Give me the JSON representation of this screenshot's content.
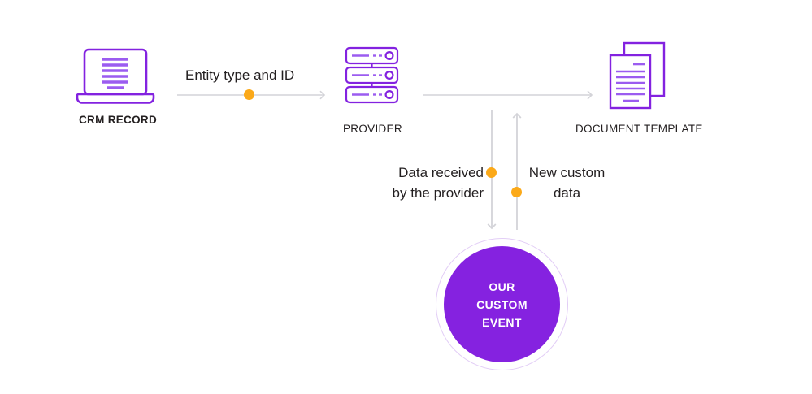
{
  "diagram": {
    "background": "#ffffff",
    "colors": {
      "icon_purple": "#8322E0",
      "icon_purple_light": "#9B5CF0",
      "accent_orange": "#FBA919",
      "arrow_gray": "#d3d3d8",
      "event_fill": "#8522E0",
      "event_ring": "#e2cdf6",
      "text": "#231f20"
    },
    "nodes": [
      {
        "id": "crm-record",
        "label": "CRM RECORD",
        "icon": "laptop-icon",
        "bold": true
      },
      {
        "id": "provider",
        "label": "PROVIDER",
        "icon": "server-stack-icon",
        "bold": false
      },
      {
        "id": "document-template",
        "label": "DOCUMENT TEMPLATE",
        "icon": "documents-icon",
        "bold": false
      }
    ],
    "event": {
      "label": "OUR\nCUSTOM\nEVENT"
    },
    "flows": [
      {
        "id": "entity-type-and-id",
        "label": "Entity type and ID",
        "direction": "right",
        "has_dot": true
      },
      {
        "id": "provider-to-template",
        "label": "",
        "direction": "right",
        "has_dot": false
      },
      {
        "id": "data-received-by-provider",
        "label": "Data received\nby the provider",
        "direction": "down",
        "has_dot": true
      },
      {
        "id": "new-custom-data",
        "label": "New custom\ndata",
        "direction": "up",
        "has_dot": true
      }
    ]
  }
}
